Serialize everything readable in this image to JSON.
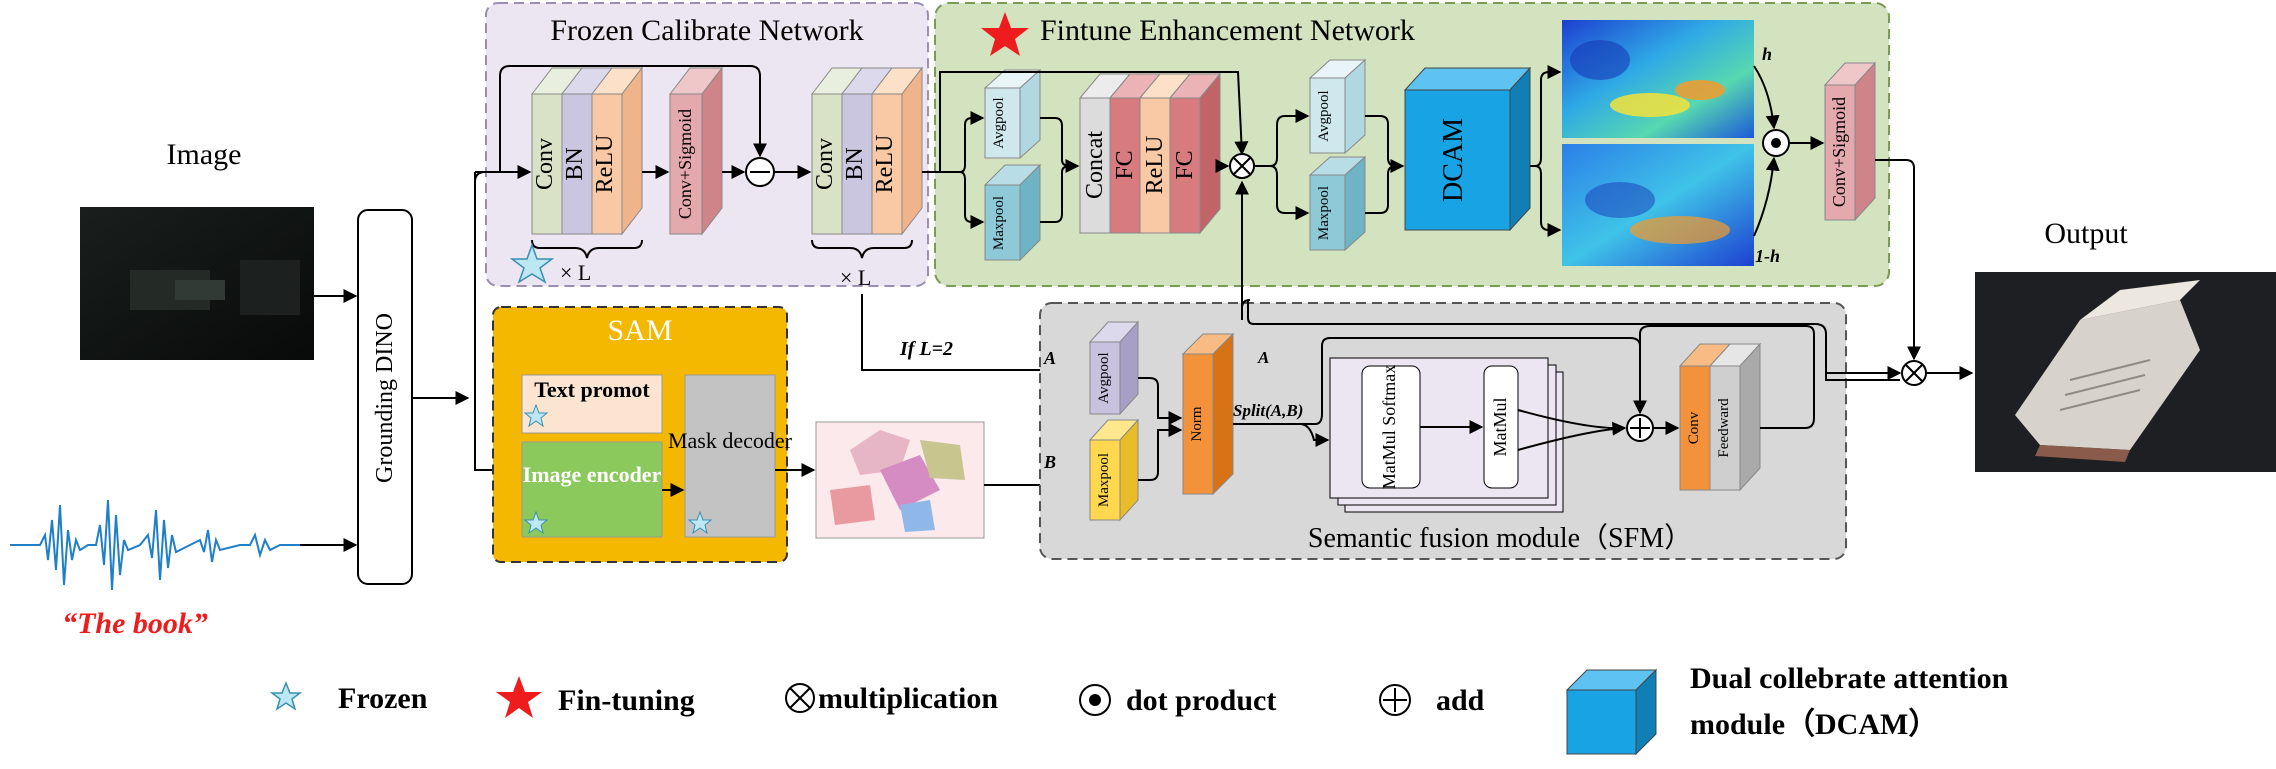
{
  "input": {
    "image_label": "Image",
    "text_prompt": "“The book”"
  },
  "grounding": {
    "label": "Grounding DINO"
  },
  "frozen_net": {
    "title": "Frozen Calibrate Network",
    "block1": [
      "Conv",
      "BN",
      "ReLU"
    ],
    "conv_sigmoid": "Conv+Sigmoid",
    "block2": [
      "Conv",
      "BN",
      "ReLU"
    ],
    "times_l": "× L"
  },
  "fintune_net": {
    "title": "Fintune Enhancement Network",
    "avgpool": "Avgpool",
    "maxpool": "Maxpool",
    "stack": [
      "Concat",
      "FC",
      "ReLU",
      "FC"
    ],
    "avgpool2": "Avgpool",
    "maxpool2": "Maxpool",
    "dcam": "DCAM",
    "h": "h",
    "one_minus_h": "1-h",
    "conv_sigmoid": "Conv+Sigmoid"
  },
  "sam": {
    "title": "SAM",
    "text_prompt_box": "Text promot",
    "image_encoder": "Image encoder",
    "mask_decoder": "Mask decoder"
  },
  "if_label": "If  L=2",
  "sfm": {
    "title": "Semantic fusion module（SFM）",
    "a_label": "A",
    "b_label": "B",
    "avgpool": "Avgpool",
    "maxpool": "Maxpool",
    "norm": "Norm",
    "split": "Split(A,B)",
    "a_top": "A",
    "matmul_softmax": "MatMul Softmax",
    "matmul": "MatMul",
    "conv": "Conv",
    "feedward": "Feedward"
  },
  "output": {
    "label": "Output"
  },
  "legend": {
    "frozen": "Frozen",
    "finetuning": "Fin-tuning",
    "multiplication": "multiplication",
    "dot_product": "dot product",
    "add": "add",
    "dcam_line1": "Dual collebrate attention",
    "dcam_line2": "module（DCAM）"
  },
  "colors": {
    "frozen_bg": "#ebe6f1",
    "fintune_bg": "#d4e3bf",
    "sam_bg": "#f5b800",
    "sfm_bg": "#d8d8d8",
    "conv_green": "#d9e2c6",
    "bn_lavender": "#cbc6df",
    "relu_peach": "#f9c9a5",
    "fc_red": "#d77b7f",
    "pool_light": "#cfe8ee",
    "pool_teal": "#8dc9d7",
    "dcam_blue": "#17a3e4",
    "norm_orange": "#f4923c",
    "maxpool_yellow": "#ffd84e",
    "avgpool_lavender": "#c9c2df",
    "text_red": "#ee1c1c"
  }
}
